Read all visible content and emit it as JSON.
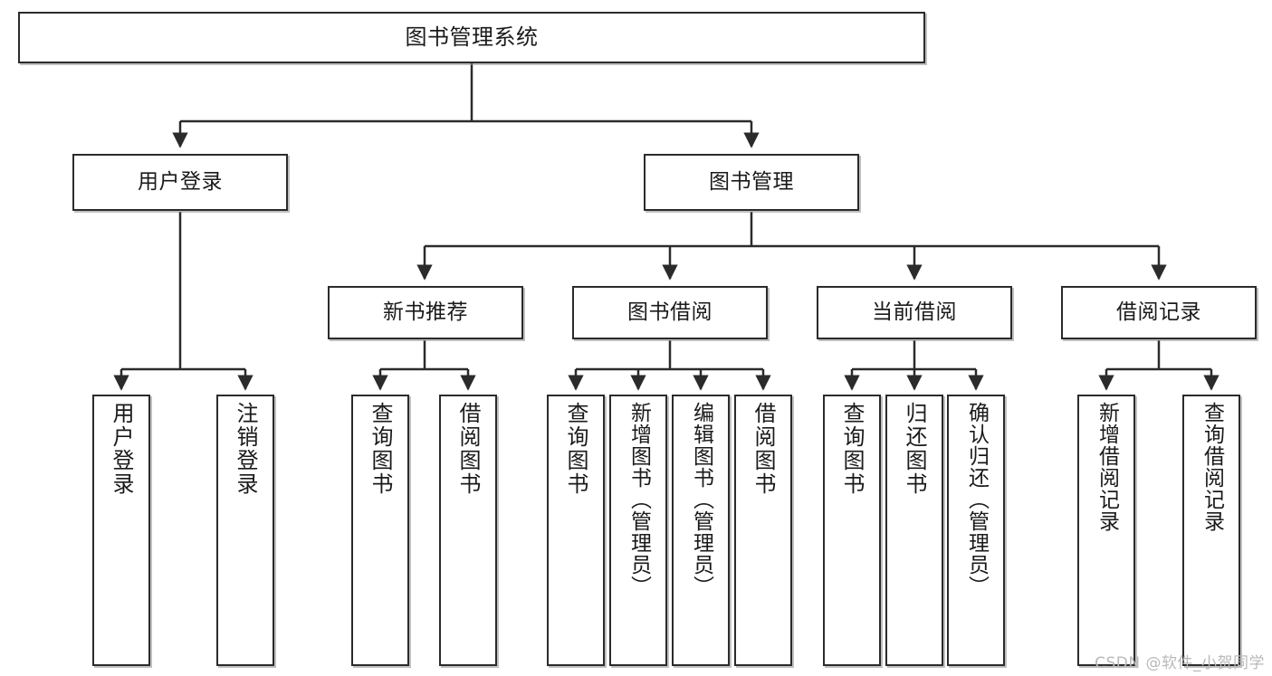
{
  "diagram": {
    "type": "tree",
    "title": "图书管理系统",
    "root": {
      "id": "root",
      "label": "图书管理系统",
      "orientation": "horizontal"
    },
    "level2": [
      {
        "id": "user-login",
        "label": "用户登录",
        "orientation": "horizontal"
      },
      {
        "id": "book-manage",
        "label": "图书管理",
        "orientation": "horizontal"
      }
    ],
    "level3": [
      {
        "id": "new-book-recommend",
        "label": "新书推荐",
        "orientation": "horizontal",
        "parent": "book-manage"
      },
      {
        "id": "book-borrow",
        "label": "图书借阅",
        "orientation": "horizontal",
        "parent": "book-manage"
      },
      {
        "id": "current-borrow",
        "label": "当前借阅",
        "orientation": "horizontal",
        "parent": "book-manage"
      },
      {
        "id": "borrow-record",
        "label": "借阅记录",
        "orientation": "horizontal",
        "parent": "book-manage"
      }
    ],
    "leaves": [
      {
        "id": "leaf-user-login",
        "label": "用户登录",
        "orientation": "vertical",
        "parent": "user-login"
      },
      {
        "id": "leaf-user-logout",
        "label": "注销登录",
        "orientation": "vertical",
        "parent": "user-login"
      },
      {
        "id": "leaf-query-book-1",
        "label": "查询图书",
        "orientation": "vertical",
        "parent": "new-book-recommend"
      },
      {
        "id": "leaf-borrow-book-1",
        "label": "借阅图书",
        "orientation": "vertical",
        "parent": "new-book-recommend"
      },
      {
        "id": "leaf-query-book-2",
        "label": "查询图书",
        "orientation": "vertical",
        "parent": "book-borrow"
      },
      {
        "id": "leaf-add-book",
        "label": "新增图书（管理员）",
        "orientation": "vertical",
        "parent": "book-borrow"
      },
      {
        "id": "leaf-edit-book",
        "label": "编辑图书（管理员）",
        "orientation": "vertical",
        "parent": "book-borrow"
      },
      {
        "id": "leaf-borrow-book-2",
        "label": "借阅图书",
        "orientation": "vertical",
        "parent": "book-borrow"
      },
      {
        "id": "leaf-query-book-3",
        "label": "查询图书",
        "orientation": "vertical",
        "parent": "current-borrow"
      },
      {
        "id": "leaf-return-book",
        "label": "归还图书",
        "orientation": "vertical",
        "parent": "current-borrow"
      },
      {
        "id": "leaf-confirm-return",
        "label": "确认归还（管理员）",
        "orientation": "vertical",
        "parent": "current-borrow"
      },
      {
        "id": "leaf-add-record",
        "label": "新增借阅记录",
        "orientation": "vertical",
        "parent": "borrow-record"
      },
      {
        "id": "leaf-query-record",
        "label": "查询借阅记录",
        "orientation": "vertical",
        "parent": "borrow-record"
      }
    ],
    "colors": {
      "border": "#2b2b2b",
      "fill": "#ffffff",
      "connector": "#2b2b2b",
      "text": "#1a1a1a",
      "watermark": "#b9b9b9"
    }
  },
  "watermark": {
    "text": "CSDN @软件_小贺同学"
  }
}
